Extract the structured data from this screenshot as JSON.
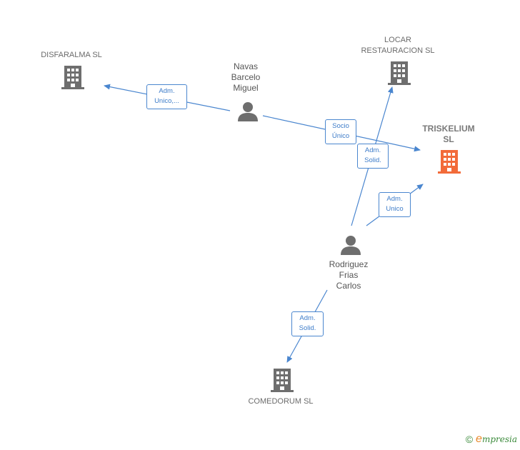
{
  "nodes": {
    "disfaralma": {
      "label": "DISFARALMA SL",
      "type": "company"
    },
    "locar": {
      "label_line1": "LOCAR",
      "label_line2": "RESTAURACION SL",
      "type": "company"
    },
    "triskelium": {
      "label_line1": "TRISKELIUM",
      "label_line2": "SL",
      "type": "company",
      "highlight": true
    },
    "comedorum": {
      "label": "COMEDORUM SL",
      "type": "company"
    },
    "navas": {
      "line1": "Navas",
      "line2": "Barcelo",
      "line3": "Miguel",
      "type": "person"
    },
    "rodriguez": {
      "line1": "Rodriguez",
      "line2": "Frias",
      "line3": "Carlos",
      "type": "person"
    }
  },
  "edges": {
    "navas_disfaralma": {
      "line1": "Adm.",
      "line2": "Unico,..."
    },
    "navas_triskelium": {
      "line1": "Socio",
      "line2": "Único"
    },
    "rodriguez_locar": {
      "line1": "Adm.",
      "line2": "Solid."
    },
    "rodriguez_triskelium": {
      "line1": "Adm.",
      "line2": "Unico"
    },
    "rodriguez_comedorum": {
      "line1": "Adm.",
      "line2": "Solid."
    }
  },
  "colors": {
    "edge": "#4a86cf",
    "company_icon": "#6e6e6e",
    "highlight_icon": "#f26b3a",
    "person_icon": "#6e6e6e"
  },
  "footer": {
    "copyright_symbol": "©",
    "brand_initial": "e",
    "brand_rest": "mpresia"
  }
}
